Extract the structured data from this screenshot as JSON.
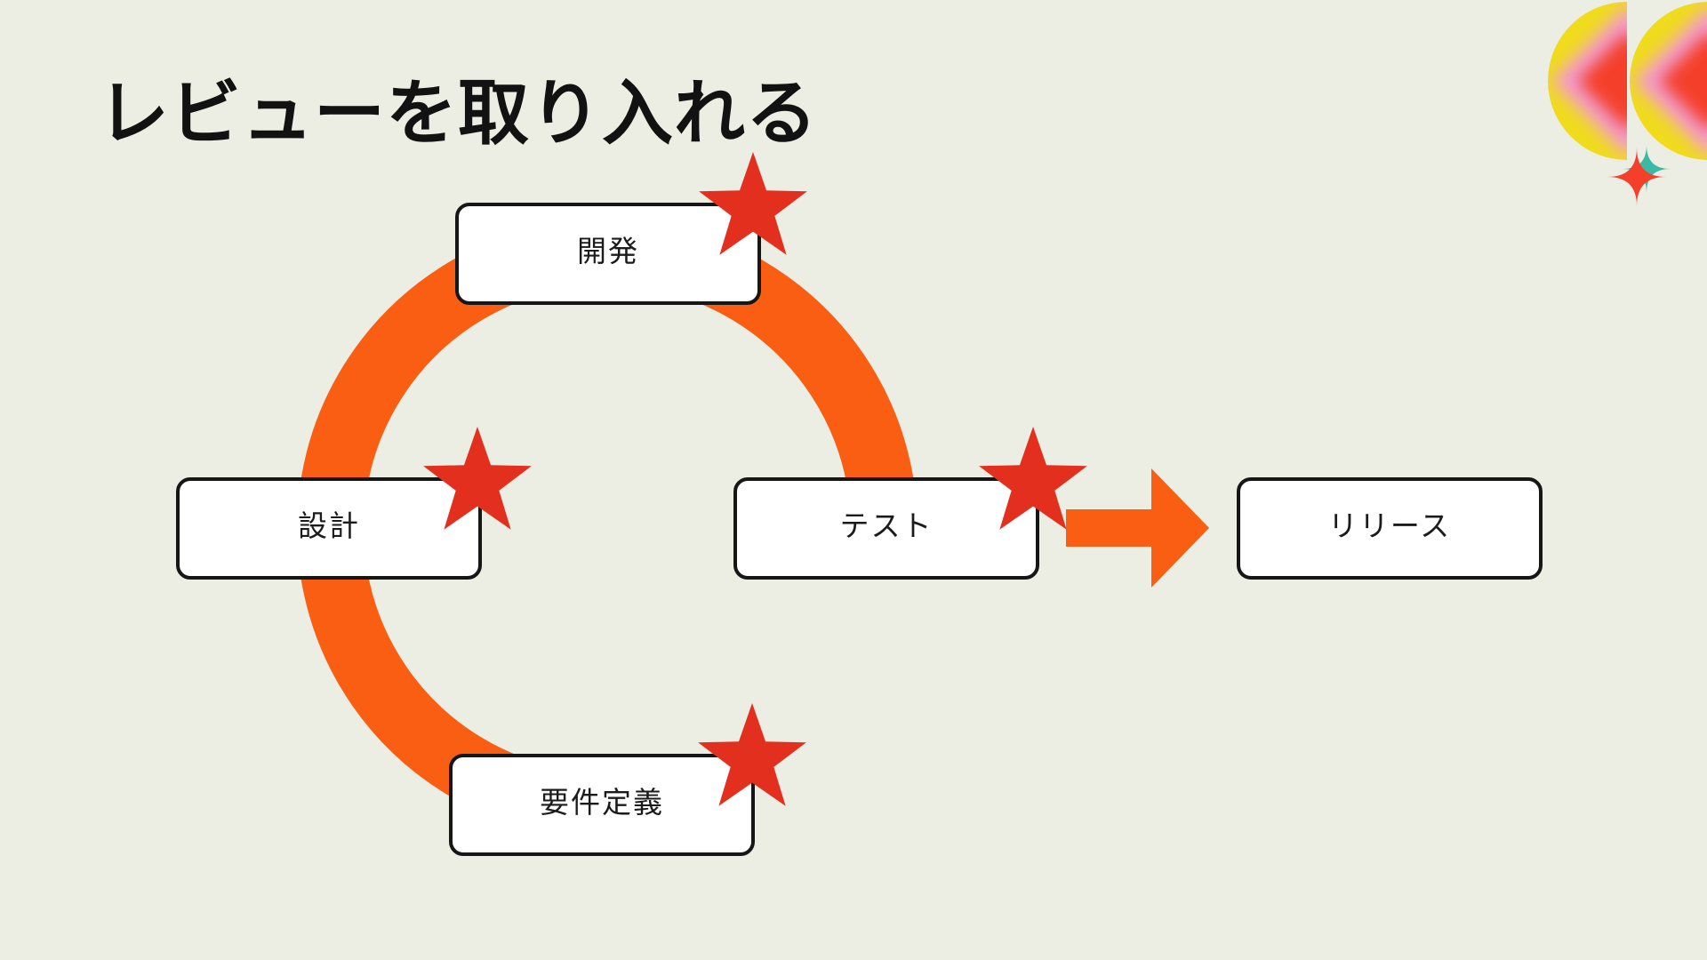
{
  "slide": {
    "title": "レビューを取り入れる",
    "colors": {
      "background": "#ECEDE3",
      "accent_orange": "#F95E13",
      "star_red": "#E3301E",
      "box_fill": "#FFFFFF",
      "box_border": "#161616",
      "deco_yellow": "#F0DB1C",
      "deco_pink": "#F29ED3",
      "deco_red": "#F4402A",
      "deco_teal": "#3CB9A5"
    },
    "diagram": {
      "steps": [
        {
          "label": "開発",
          "starred": true
        },
        {
          "label": "設計",
          "starred": true
        },
        {
          "label": "テスト",
          "starred": true
        },
        {
          "label": "要件定義",
          "starred": true
        },
        {
          "label": "リリース",
          "starred": false
        }
      ],
      "connector": "right-arrow",
      "cycle_shape": "open-ring"
    }
  }
}
